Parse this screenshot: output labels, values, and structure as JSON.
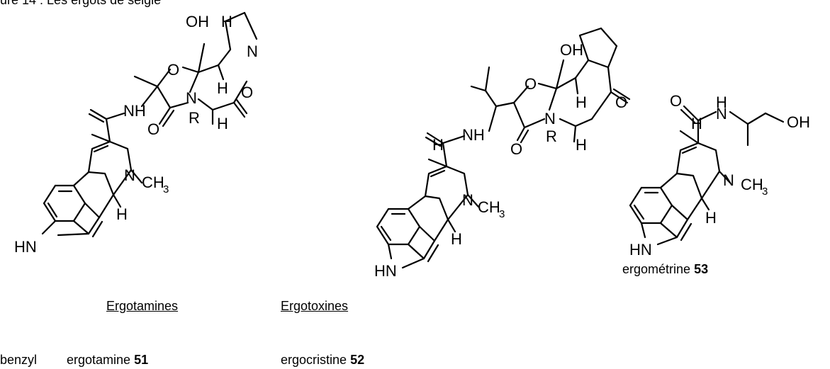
{
  "header_fragment": "ure 14 : Les ergots de seigle",
  "structures": [
    {
      "name": "ergotamine-type",
      "atoms": [
        "OH",
        "H",
        "O",
        "N",
        "NH",
        "O",
        "N",
        "R",
        "H",
        "O",
        "H",
        "N",
        "CH",
        "3",
        "H",
        "HN"
      ]
    },
    {
      "name": "ergotoxine-type",
      "atoms": [
        "OH",
        "O",
        "H",
        "N",
        "NH",
        "O",
        "R",
        "H",
        "O",
        "H",
        "N",
        "CH",
        "3",
        "H",
        "HN"
      ]
    },
    {
      "name": "ergometrine",
      "atoms": [
        "H",
        "O",
        "N",
        "OH",
        "H",
        "N",
        "CH",
        "3",
        "H",
        "HN"
      ]
    }
  ],
  "captions": {
    "ergometrine": "ergométrine",
    "ergometrine_num": "53",
    "group1": "Ergotamines",
    "group2": "Ergotoxines",
    "r_label": "benzyl",
    "ergotamine": "ergotamine",
    "ergotamine_num": "51",
    "ergocristine": "ergocristine",
    "ergocristine_num": "52"
  }
}
